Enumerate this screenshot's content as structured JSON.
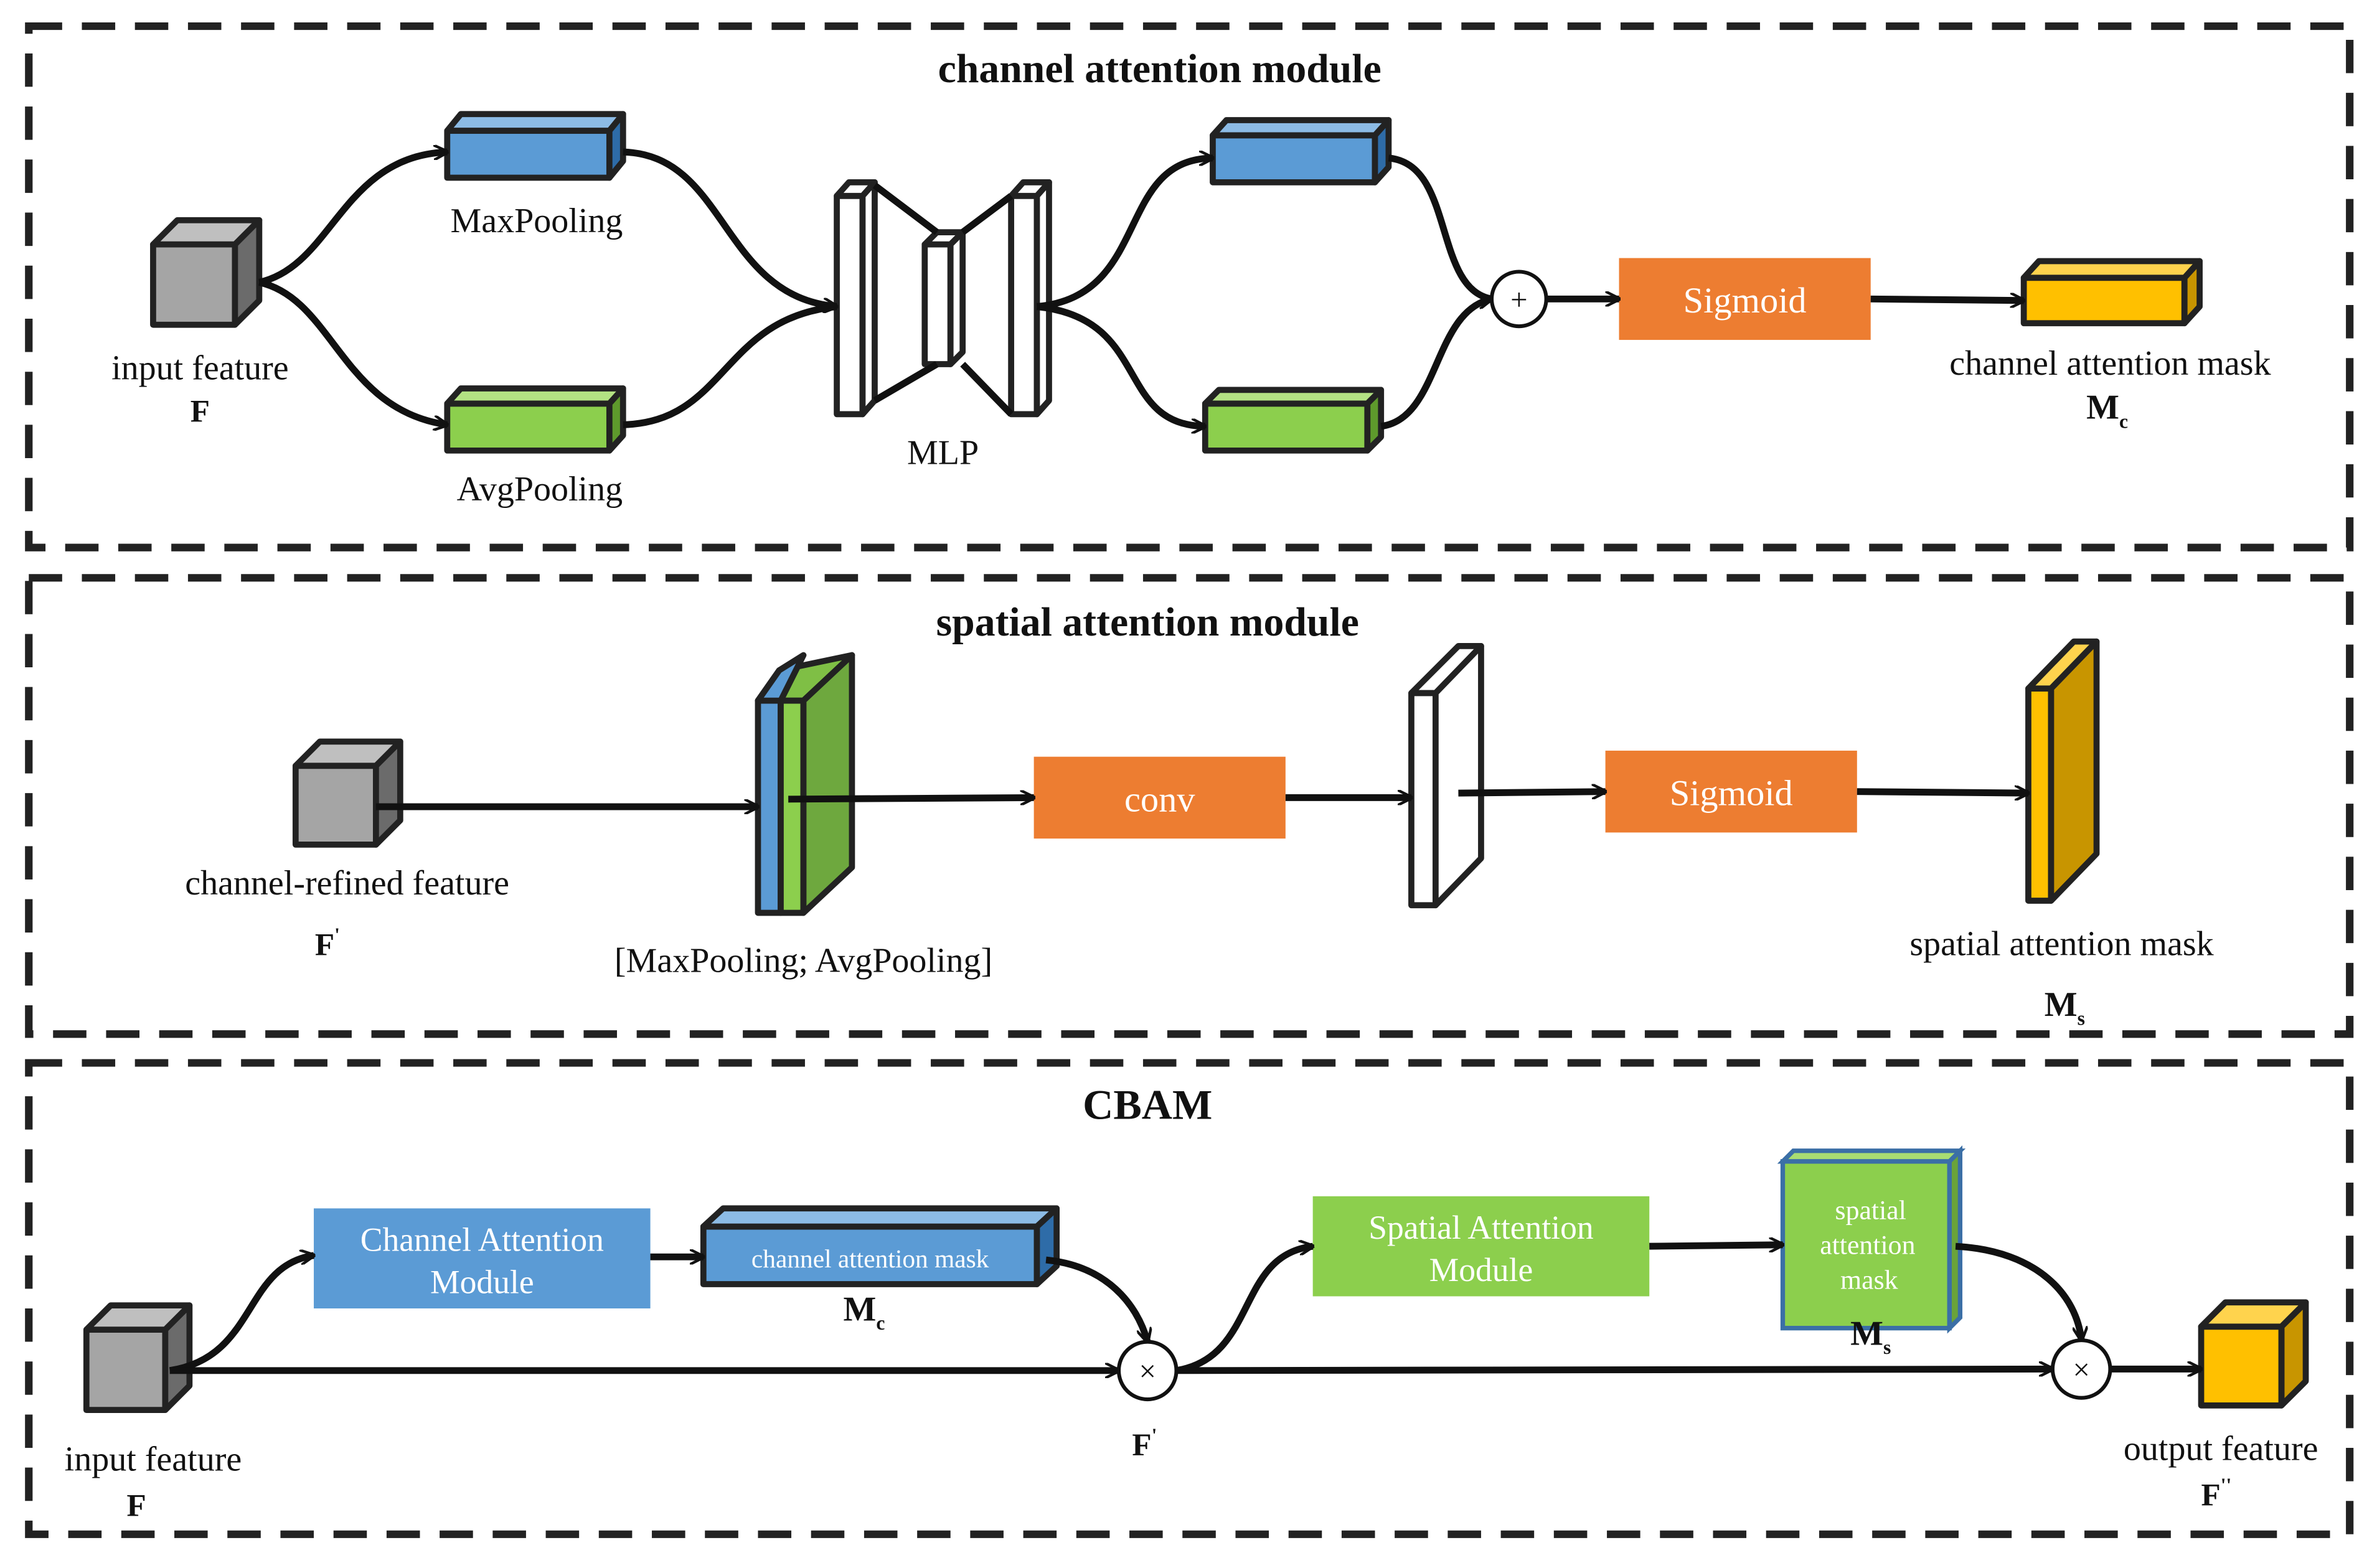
{
  "colors": {
    "blue": "#5b9bd5",
    "green": "#8ccf4d",
    "orange": "#ed7d31",
    "yellow": "#ffc000",
    "gray": "#a5a5a5",
    "white": "#ffffff"
  },
  "channel": {
    "title": "channel attention module",
    "input_label": "input feature",
    "input_symbol": "F",
    "maxpool_label": "MaxPooling",
    "avgpool_label": "AvgPooling",
    "mlp_label": "MLP",
    "plus_symbol": "+",
    "sigmoid_label": "Sigmoid",
    "mask_label": "channel attention mask",
    "mask_symbol": "M",
    "mask_subscript": "c"
  },
  "spatial": {
    "title": "spatial attention module",
    "input_label": "channel-refined feature",
    "input_symbol": "F",
    "input_prime": "'",
    "concat_label": "[MaxPooling; AvgPooling]",
    "conv_label": "conv",
    "sigmoid_label": "Sigmoid",
    "mask_label": "spatial attention mask",
    "mask_symbol": "M",
    "mask_subscript": "s"
  },
  "cbam": {
    "title": "CBAM",
    "input_label": "input feature",
    "input_symbol": "F",
    "cam_line1": "Channel Attention",
    "cam_line2": "Module",
    "cmask_label": "channel attention mask",
    "cmask_symbol": "M",
    "cmask_subscript": "c",
    "times_symbol": "×",
    "mid_symbol": "F",
    "mid_prime": "'",
    "sam_line1": "Spatial Attention",
    "sam_line2": "Module",
    "smask_line1": "spatial",
    "smask_line2": "attention",
    "smask_line3": "mask",
    "smask_symbol": "M",
    "smask_subscript": "s",
    "output_label": "output feature",
    "output_symbol": "F",
    "output_prime": "''"
  }
}
